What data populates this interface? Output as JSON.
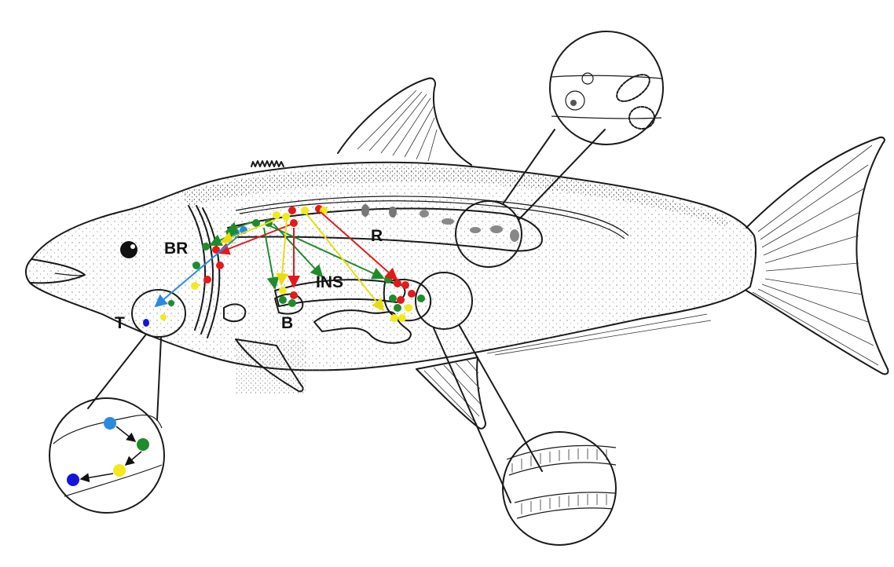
{
  "labels": {
    "br": "BR",
    "r": "R",
    "ins": "INS",
    "b": "B",
    "t": "T"
  },
  "colors": {
    "green": "#1e8c2a",
    "red": "#e51919",
    "yellow": "#f2ea1a",
    "blue": "#2a8ae0",
    "dark_blue": "#1414e0",
    "outline": "#1a1a1a"
  },
  "icons": {
    "pointer": "arrow-icon"
  }
}
